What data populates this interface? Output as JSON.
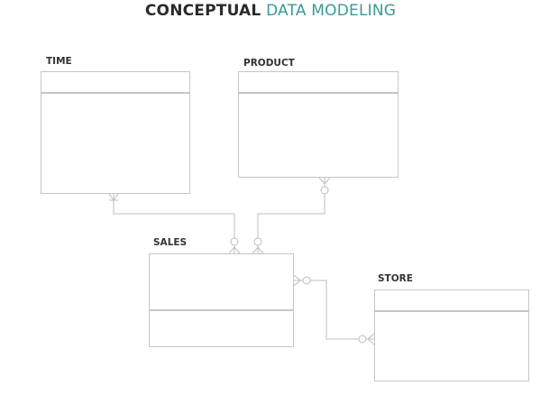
{
  "title": {
    "bold": "CONCEPTUAL",
    "accent": "DATA MODELING"
  },
  "colors": {
    "accent": "#3a9a98",
    "line": "#c6c6c6",
    "text": "#333333"
  },
  "entities": {
    "time": "TIME",
    "product": "PRODUCT",
    "sales": "SALES",
    "store": "STORE"
  },
  "relationships": [
    {
      "from": "TIME",
      "to": "SALES",
      "from_end": "one-or-many",
      "to_end": "zero-or-many"
    },
    {
      "from": "PRODUCT",
      "to": "SALES",
      "from_end": "zero-or-many",
      "to_end": "zero-or-many"
    },
    {
      "from": "SALES",
      "to": "STORE",
      "from_end": "zero-or-many",
      "to_end": "zero-or-many"
    }
  ]
}
